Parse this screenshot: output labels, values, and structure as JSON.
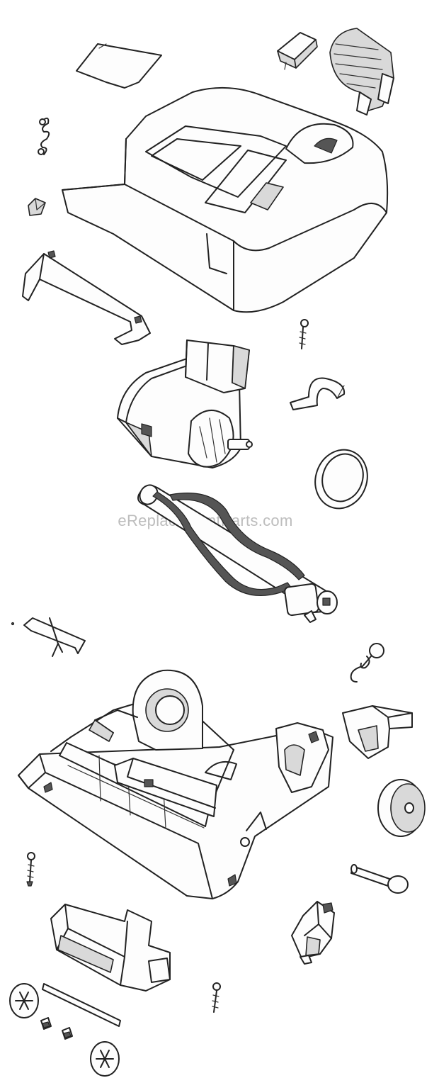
{
  "watermark": "eReplacementParts.com",
  "parts": [
    {
      "id": "filter-door",
      "icon": "filter-door-icon"
    },
    {
      "id": "latch",
      "icon": "latch-icon"
    },
    {
      "id": "handle-release",
      "icon": "handle-release-icon"
    },
    {
      "id": "spring",
      "icon": "spring-icon"
    },
    {
      "id": "small-clip",
      "icon": "clip-icon"
    },
    {
      "id": "hood-cover",
      "icon": "hood-cover-icon"
    },
    {
      "id": "bumper",
      "icon": "bumper-icon"
    },
    {
      "id": "screw-1",
      "icon": "screw-icon"
    },
    {
      "id": "motor",
      "icon": "motor-icon"
    },
    {
      "id": "motor-strap",
      "icon": "strap-icon"
    },
    {
      "id": "belt",
      "icon": "belt-icon"
    },
    {
      "id": "brushroll",
      "icon": "brushroll-icon"
    },
    {
      "id": "cross-bracket",
      "icon": "bracket-icon"
    },
    {
      "id": "spring-hook",
      "icon": "spring-hook-icon"
    },
    {
      "id": "base",
      "icon": "base-icon"
    },
    {
      "id": "pedal",
      "icon": "pedal-icon"
    },
    {
      "id": "wheel",
      "icon": "wheel-icon"
    },
    {
      "id": "axle-screw",
      "icon": "axle-icon"
    },
    {
      "id": "screw-2",
      "icon": "screw-icon"
    },
    {
      "id": "height-adjuster",
      "icon": "height-adjuster-icon"
    },
    {
      "id": "rear-carriage",
      "icon": "carriage-icon"
    },
    {
      "id": "axle",
      "icon": "axle-rod-icon"
    },
    {
      "id": "rear-wheel-left",
      "icon": "wheel-icon"
    },
    {
      "id": "rear-wheel-right",
      "icon": "wheel-icon"
    },
    {
      "id": "small-parts",
      "icon": "clip-icon"
    },
    {
      "id": "screw-3",
      "icon": "screw-icon"
    }
  ]
}
